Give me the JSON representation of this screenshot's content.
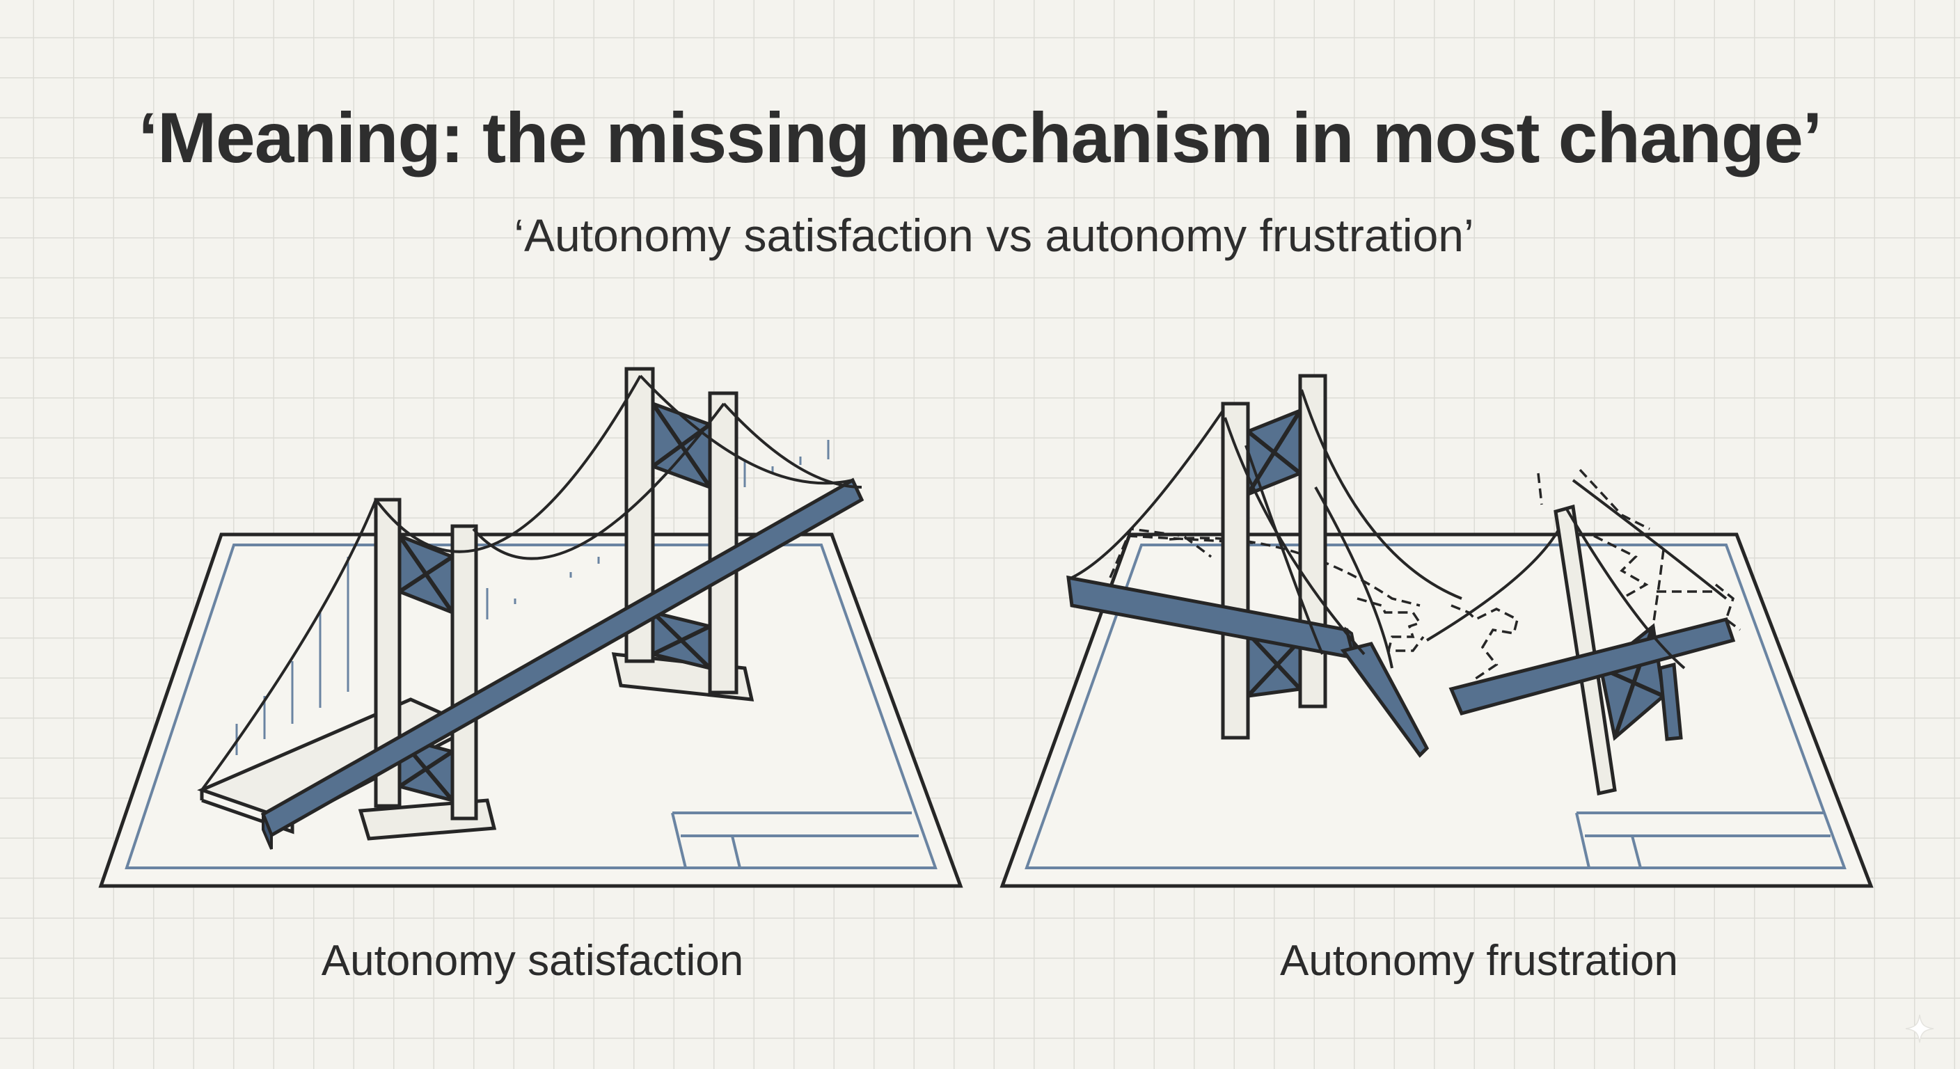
{
  "header": {
    "title": "‘Meaning: the missing mechanism in most change’",
    "subtitle": "‘Autonomy satisfaction vs autonomy frustration’"
  },
  "panels": [
    {
      "caption": "Autonomy satisfaction",
      "illustration": "intact-suspension-bridge"
    },
    {
      "caption": "Autonomy frustration",
      "illustration": "collapsed-suspension-bridge"
    }
  ],
  "colors": {
    "steel": "#56718f",
    "outline": "#262626",
    "paper": "#f4f3ee",
    "pillar": "#eeede6",
    "guide": "#6a84a2"
  },
  "decor": {
    "corner_icon": "sparkle-icon"
  }
}
